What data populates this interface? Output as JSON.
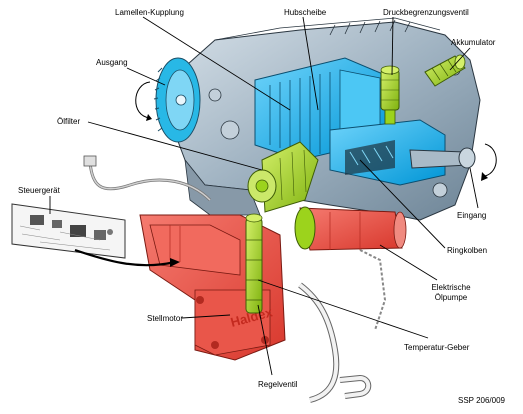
{
  "labels": {
    "lamellen": "Lamellen-Kupplung",
    "hubscheibe": "Hubscheibe",
    "druckbegrenzung": "Druckbegrenzungsventil",
    "akkumulator": "Akkumulator",
    "ausgang": "Ausgang",
    "oelfilter": "Ölfilter",
    "steuergeraet": "Steuergerät",
    "eingang": "Eingang",
    "ringkolben": "Ringkolben",
    "elektrische_line1": "Elektrische",
    "elektrische_line2": "Ölpumpe",
    "stellmotor": "Stellmotor",
    "temperatur": "Temperatur-Geber",
    "regelventil": "Regelventil",
    "reference": "SSP 206/009"
  },
  "motor_brand": "Haldex",
  "colors": {
    "housing": "#8fa3b3",
    "clutch": "#00aeef",
    "green": "#9cd31c",
    "red": "#e8483c",
    "leader": "#000000"
  }
}
